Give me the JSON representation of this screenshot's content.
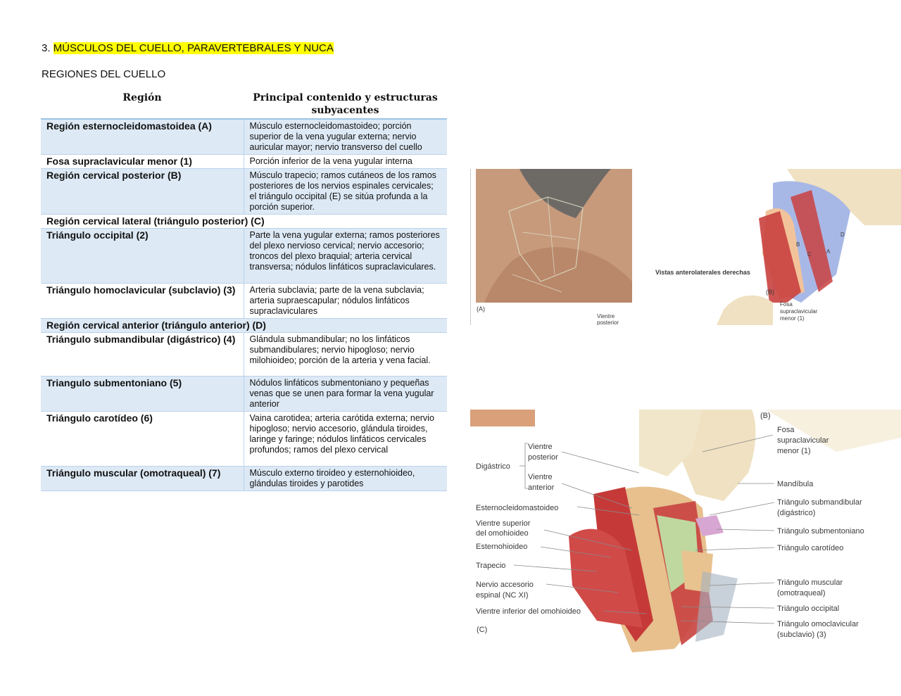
{
  "heading": {
    "number": "3.",
    "text": "MÚSCULOS DEL CUELLO, PARAVERTEBRALES Y NUCA"
  },
  "subheading": "REGIONES DEL CUELLO",
  "table": {
    "headers": [
      "Región",
      "Principal contenido y estructuras subyacentes"
    ],
    "rows": [
      {
        "region": "Región esternocleidomastoidea (A)",
        "content": "Músculo esternocleidomastoideo; porción superior de la vena yugular externa; nervio auricular mayor; nervio transverso del cuello"
      },
      {
        "region": "Fosa supraclavicular menor (1)",
        "content": "Porción inferior de la vena yugular interna"
      },
      {
        "region": "Región cervical posterior (B)",
        "content": "Músculo trapecio; ramos cutáneos de los ramos posteriores de los nervios espinales cervicales; el triángulo occipital (E) se sitúa profunda a la porción superior."
      },
      {
        "span": "Región cervical lateral (triángulo posterior) (C)"
      },
      {
        "region": "Triángulo occipital (2)",
        "content": "Parte la vena yugular externa; ramos posteriores del plexo nervioso cervical; nervio accesorio; troncos del plexo braquial; arteria cervical transversa; nódulos linfáticos supraclaviculares."
      },
      {
        "region": "Triángulo homoclavicular (subclavio) (3)",
        "content": "Arteria subclavia; parte de la vena subclavia; arteria supraescapular; nódulos linfáticos supraclaviculares"
      },
      {
        "span": "Región cervical anterior (triángulo anterior) (D)"
      },
      {
        "region": "Triángulo submandibular (digástrico) (4)",
        "content": "Glándula submandibular; no los linfáticos submandibulares; nervio hipogloso; nervio milohioideo; porción de la arteria y vena facial."
      },
      {
        "region": "Triangulo submentoniano (5)",
        "content": "Nódulos linfáticos submentoniano y pequeñas venas que se unen para formar la vena yugular anterior"
      },
      {
        "region": "Triángulo carotídeo (6)",
        "content": "Vaina carotidea; arteria carótida externa; nervio hipogloso; nervio accesorio, glándula tiroides, laringe y faringe; nódulos linfáticos cervicales profundos; ramos del plexo cervical"
      },
      {
        "region": "Triángulo muscular (omotraqueal) (7)",
        "content": "Músculo externo tiroideo y esternohioideo, glándulas tiroides y parotides"
      }
    ]
  },
  "figure_top": {
    "label_a": "(A)",
    "caption": "Vistas anterolaterales derechas",
    "label_b": "(B)",
    "fosa": [
      "Fosa",
      "supraclavicular",
      "menor (1)"
    ],
    "vientre": [
      "Vientre",
      "posterior"
    ],
    "letters": [
      "D",
      "B",
      "C",
      "A"
    ]
  },
  "figure_bottom": {
    "label_b": "(B)",
    "label_c": "(C)",
    "digastrico": "Digástrico",
    "vientre_post": [
      "Vientre",
      "posterior"
    ],
    "vientre_ant": [
      "Vientre",
      "anterior"
    ],
    "left_labels": [
      "Esternocleidomastoideo",
      [
        "Vientre superior",
        "del omohioideo"
      ],
      "Esternohioideo",
      "Trapecio",
      [
        "Nervio accesorio",
        "espinal (NC XI)"
      ],
      "Vientre inferior del omohioideo"
    ],
    "right_labels": [
      [
        "Fosa",
        "supraclavicular",
        "menor (1)"
      ],
      "Mandíbula",
      [
        "Triángulo submandibular",
        "(digástrico)"
      ],
      "Triángulo submentoniano",
      "Triángulo carotídeo",
      [
        "Triángulo muscular",
        "(omotraqueal)"
      ],
      "Triángulo occipital",
      [
        "Triángulo omoclavicular",
        "(subclavio) (3)"
      ]
    ]
  }
}
